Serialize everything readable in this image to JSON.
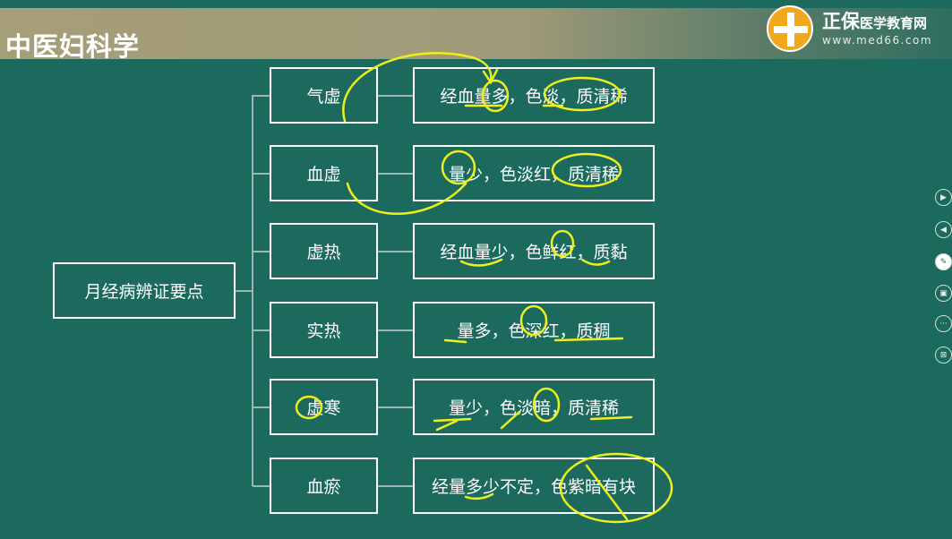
{
  "header": {
    "title": "中医妇科学",
    "brand": "正保",
    "brand_sub": "医学教育网",
    "url": "www.med66.com"
  },
  "root": "月经病辨证要点",
  "rows": [
    {
      "type": "气虚",
      "desc": "经血量多，色淡，质清稀"
    },
    {
      "type": "血虚",
      "desc": "量少，色淡红，质清稀"
    },
    {
      "type": "虚热",
      "desc": "经血量少，色鲜红，质黏"
    },
    {
      "type": "实热",
      "desc": "量多，色深红，质稠"
    },
    {
      "type": "虚寒",
      "desc": "量少，色淡暗，质清稀"
    },
    {
      "type": "血瘀",
      "desc": "经量多少不定，色紫暗有块"
    }
  ],
  "side_toolbar": [
    "next-icon",
    "previous-icon",
    "pen-icon",
    "screen-icon",
    "more-icon",
    "exit-screen-icon"
  ],
  "colors": {
    "background": "#1b6a5d",
    "annotation": "#f0f020"
  }
}
